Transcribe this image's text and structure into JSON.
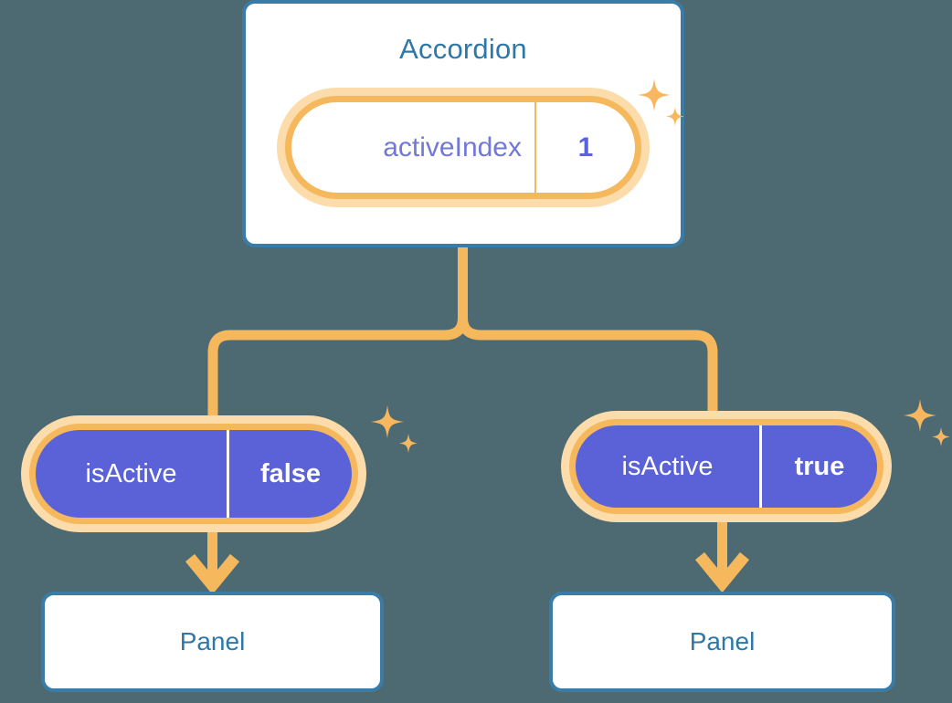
{
  "diagram": {
    "title": "Accordion component tree with state pills",
    "background_color": "#4d6a73",
    "accent_colors": {
      "card_border": "#3a7ca8",
      "card_text": "#2e78a8",
      "connector": "#f6b85c",
      "pill_ring": "#f6b85c",
      "pill_halo": "#fbdcaa",
      "pill_fill_indigo": "#5b62d8",
      "state_key_text": "#7178d8",
      "state_value_text": "#5b62e0"
    }
  },
  "root": {
    "component_name": "Accordion",
    "state": {
      "key": "activeIndex",
      "value": "1"
    },
    "sparkle": "sparkle-icon"
  },
  "children": [
    {
      "id": "left",
      "state": {
        "key": "isActive",
        "value": "false"
      },
      "component_name": "Panel",
      "sparkle": "sparkle-icon"
    },
    {
      "id": "right",
      "state": {
        "key": "isActive",
        "value": "true"
      },
      "component_name": "Panel",
      "sparkle": "sparkle-icon"
    }
  ],
  "edges": {
    "arrow_icon": "arrow-down-icon",
    "branch_icon": "tree-branch-connector"
  }
}
